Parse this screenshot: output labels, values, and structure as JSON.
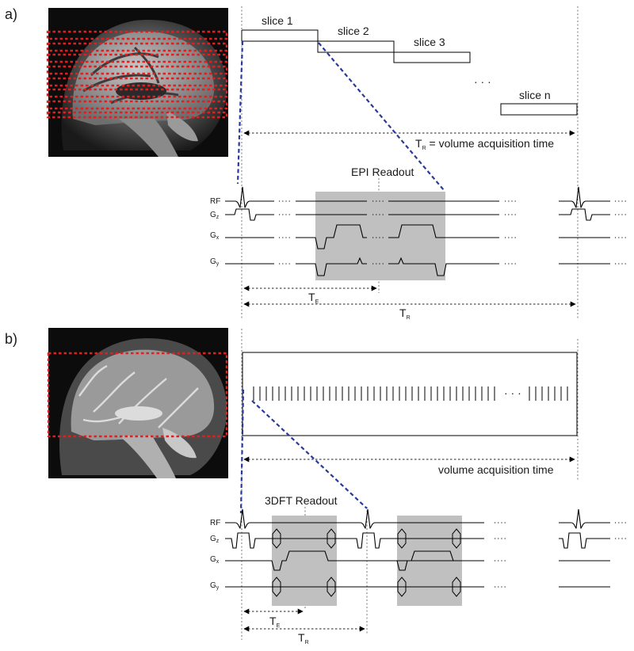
{
  "panel_a": {
    "label": "a)",
    "slices": [
      "slice 1",
      "slice 2",
      "slice 3",
      "slice n"
    ],
    "ellipsis": "· · ·",
    "tr_label": "T",
    "tr_sub": "R",
    "tr_rest": " = volume acquisition time",
    "readout_label": "EPI Readout",
    "te_label": "T",
    "te_sub": "E",
    "tr2_label": "T",
    "tr2_sub": "R"
  },
  "panel_b": {
    "label": "b)",
    "ellipsis": "· · ·",
    "volume_label": "volume acquisition time",
    "readout_label": "3DFT Readout",
    "te_label": "T",
    "te_sub": "E",
    "tr_label": "T",
    "tr_sub": "R"
  },
  "signals": {
    "rf": "RF",
    "g": "G",
    "z": "z",
    "x": "x",
    "y": "y"
  },
  "colors": {
    "slab_outline": "#e02020",
    "zoom_guide": "#2a3a9a",
    "readout_shade": "#c0c0c0",
    "mri_background": "#0c0c0c"
  }
}
